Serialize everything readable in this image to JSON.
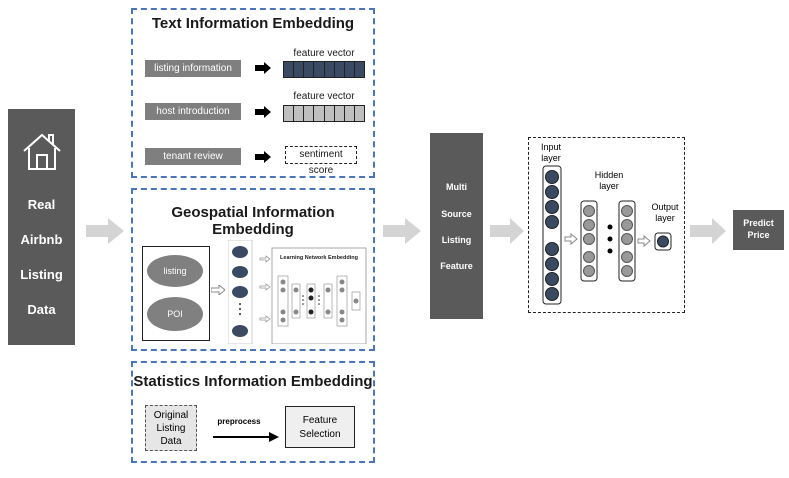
{
  "left_block": {
    "lines": [
      "Real",
      "Airbnb",
      "Listing",
      "Data"
    ]
  },
  "text_section": {
    "title": "Text  Information Embedding",
    "rows": [
      {
        "label": "listing information",
        "output": "feature vector"
      },
      {
        "label": "host introduction",
        "output": "feature vector"
      },
      {
        "label": "tenant review",
        "output": "sentiment score"
      }
    ]
  },
  "geo_section": {
    "title": "Geospatial Information Embedding",
    "nodes": [
      "listing",
      "POI"
    ],
    "network_title": "Learning Network Embedding"
  },
  "stats_section": {
    "title": "Statistics Information Embedding",
    "input": [
      "Original",
      "Listing",
      "Data"
    ],
    "arrow_label": "preprocess",
    "output": [
      "Feature",
      "Selection"
    ]
  },
  "feature_block": {
    "lines": [
      "Multi",
      "Source",
      "Listing",
      "Feature"
    ]
  },
  "nn": {
    "input_label": [
      "Input",
      "layer"
    ],
    "hidden_label": [
      "Hidden",
      "layer"
    ],
    "output_label": [
      "Output",
      "layer"
    ]
  },
  "predict_block": {
    "lines": [
      "Predict",
      "Price"
    ]
  },
  "colors": {
    "dashed_border": "#4a76b8",
    "dark_block": "#5a5a5a",
    "label_box": "#7f7f7f",
    "vector_dark": "#3a4a63",
    "vector_light": "#bfbfbf",
    "arrow": "#d4d4d4"
  }
}
